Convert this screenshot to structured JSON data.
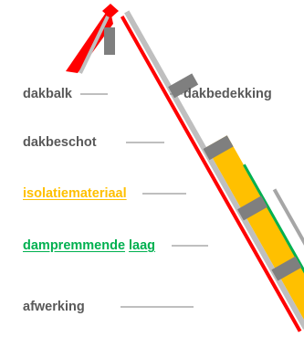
{
  "labels": {
    "dakbalk": "dakbalk",
    "dakbedekking": "dakbedekking",
    "dakbeschot": "dakbeschot",
    "isolatiemateriaal": "isolatiemateriaal",
    "dampremmende": "dampremmende",
    "laag": "laag",
    "afwerking": "afwerking"
  },
  "colors": {
    "text": "#595959",
    "leader_line": "#7f7f7f",
    "roof_tiles": "#ff0000",
    "roof_board": "#bfbfbf",
    "rafter": "#7f7f7f",
    "insulation": "#ffc000",
    "insulation_label": "#ffc000",
    "vapour_barrier": "#00b050",
    "vapour_barrier_label": "#00b050",
    "finishing": "#a6a6a6"
  }
}
